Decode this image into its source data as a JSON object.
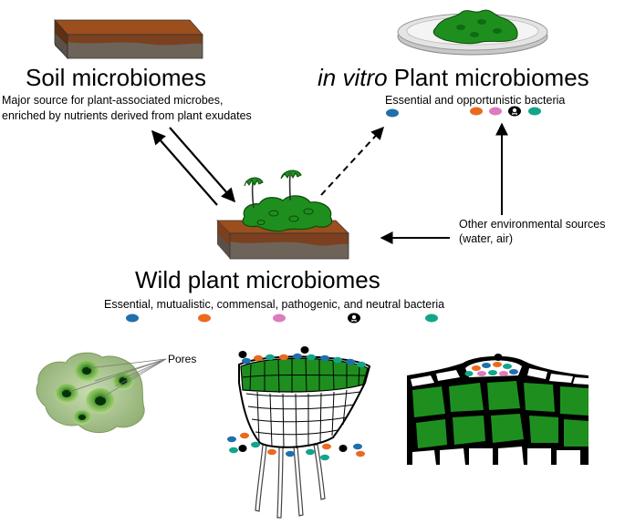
{
  "soil": {
    "title": "Soil microbiomes",
    "desc_line1": "Major source for plant-associated microbes,",
    "desc_line2": "enriched by nutrients derived from plant exudates"
  },
  "invitro": {
    "title_italic": "in vitro",
    "title_rest": " Plant microbiomes",
    "desc": "Essential and opportunistic bacteria"
  },
  "environment": {
    "line1": "Other environmental sources",
    "line2": "(water, air)"
  },
  "wild": {
    "title": "Wild plant microbiomes",
    "desc": "Essential, mutualistic, commensal, pathogenic, and neutral bacteria"
  },
  "photo": {
    "pores_label": "Pores"
  },
  "colors": {
    "essential": "#1f6fad",
    "opportunistic": "#ea6a1e",
    "commensal": "#dc7cbc",
    "pathogenic": "#000000",
    "neutral": "#12a58a",
    "plant_green": "#1e8f1e",
    "soil_top": "#9c4e1c",
    "soil_side": "#6e6358"
  },
  "icons": [
    "petri-dish-icon",
    "soil-block-icon",
    "skull-bacterium-icon",
    "pores-photo"
  ]
}
